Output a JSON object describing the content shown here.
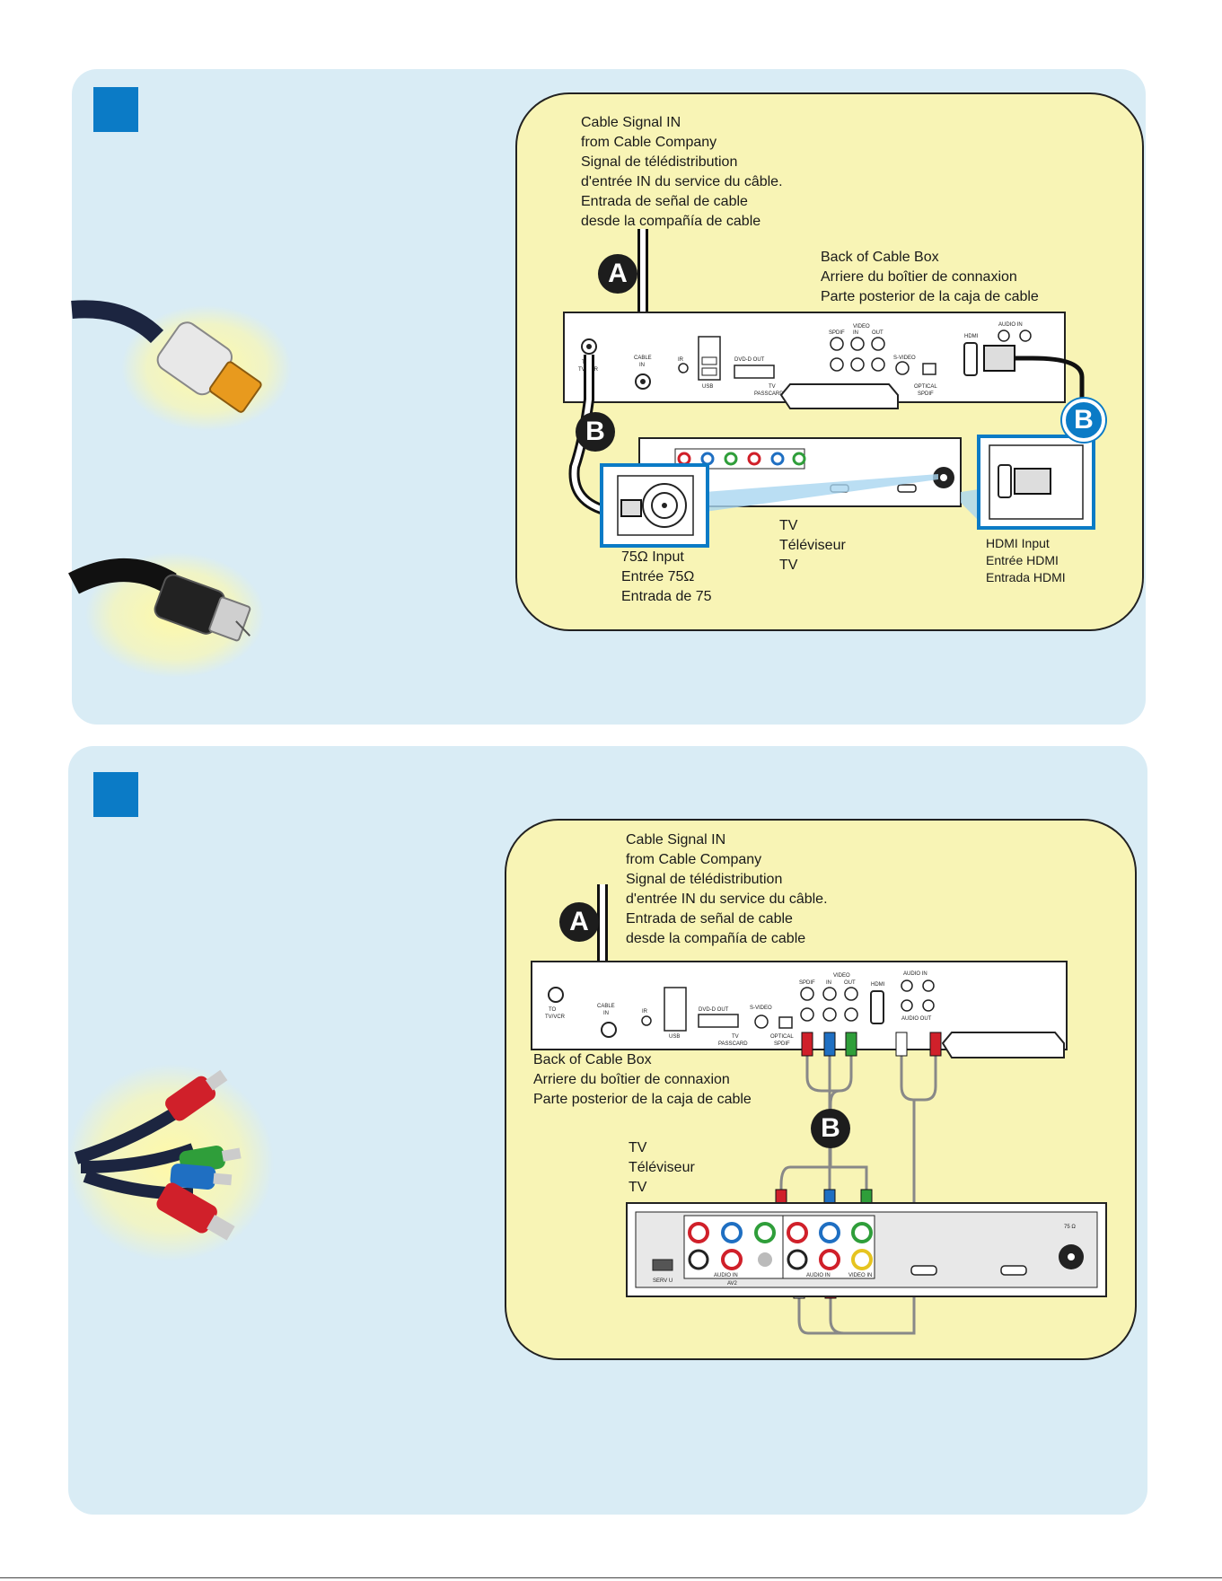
{
  "panel1": {
    "diagram": {
      "cable_signal": [
        "Cable Signal IN",
        "from Cable Company"
      ],
      "signal_fr": [
        "Signal de télédistribution",
        "d'entrée IN du service du câble."
      ],
      "signal_es": [
        "Entrada de señal de cable",
        "desde la compañía de cable"
      ],
      "back_of_box": [
        "Back of Cable Box",
        "Arriere du boîtier de connaxion",
        "Parte posterior de la caja de cable"
      ],
      "tv": [
        "TV",
        "Téléviseur",
        "TV"
      ],
      "input75": [
        "75Ω Input",
        "Entrée 75Ω",
        "Entrada de 75"
      ],
      "hdmi_input": [
        "HDMI Input",
        "Entrée HDMI",
        "Entrada HDMI"
      ],
      "badge_a": "A",
      "badge_b": "B",
      "badge_b2": "B"
    }
  },
  "panel2": {
    "diagram": {
      "cable_signal": [
        "Cable Signal IN",
        "from Cable Company"
      ],
      "signal_fr": [
        "Signal de télédistribution",
        "d'entrée IN du service du câble."
      ],
      "signal_es": [
        "Entrada de señal de cable",
        "desde la compañía de cable"
      ],
      "back_of_box": [
        "Back of Cable Box",
        "Arriere du boîtier de connaxion",
        "Parte posterior de la caja de cable"
      ],
      "tv": [
        "TV",
        "Téléviseur",
        "TV"
      ],
      "badge_a": "A",
      "badge_b": "B"
    }
  },
  "box_labels": {
    "to_tvvcr": "TO TV/VCR",
    "cable_in": "CABLE IN",
    "ir": "IR",
    "usb": "USB",
    "dvd_out": "DVD-D OUT",
    "tv_passcard": "TV PASSCARD",
    "spdif": "SPDIF",
    "video_in_out": "VIDEO IN OUT",
    "s_video": "S-VIDEO",
    "optical_spdif": "OPTICAL SPDIF",
    "hdmi": "HDMI",
    "audio_in": "AUDIO IN",
    "audio_out": "AUDIO OUT",
    "serv_u": "SERV U",
    "av2": "AV2",
    "video_in": "VIDEO IN",
    "ohm75": "75 Ω"
  },
  "colors": {
    "panel_bg": "#d9ecf5",
    "diagram_bg": "#f8f4b5",
    "step_blue": "#0b7bc6",
    "rca_red": "#d0202a",
    "rca_green": "#2f9e3a",
    "rca_blue": "#1f6fc2"
  }
}
